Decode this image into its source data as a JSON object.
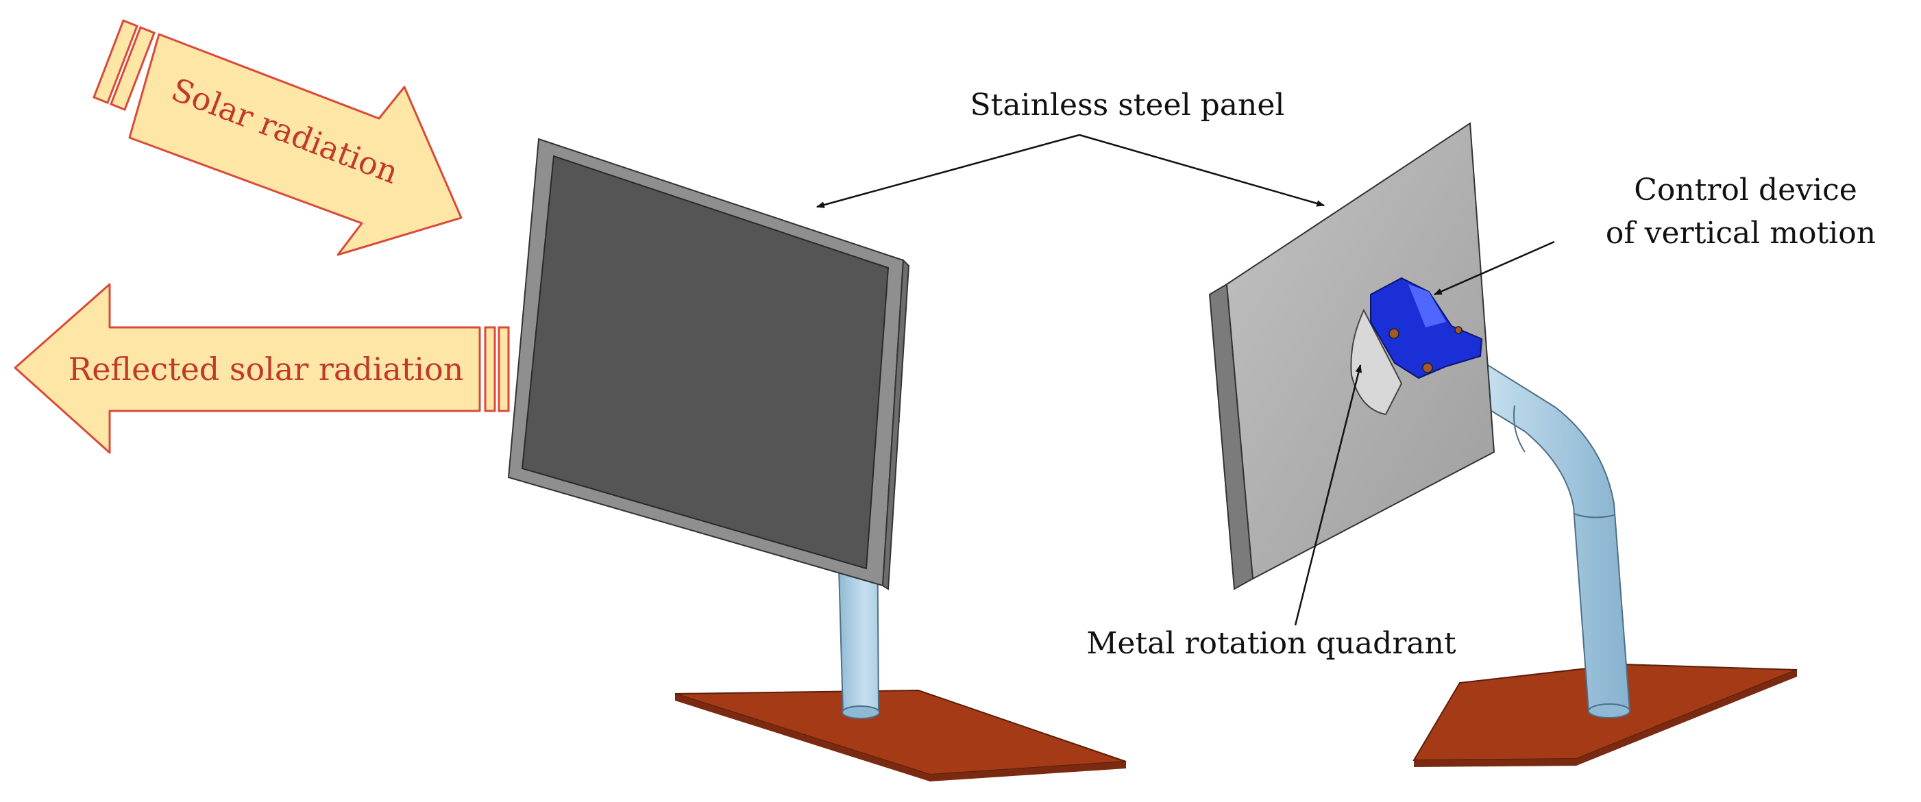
{
  "labels": {
    "solar_radiation": "Solar radiation",
    "reflected_solar_radiation": "Reflected solar radiation",
    "stainless_steel_panel": "Stainless steel panel",
    "control_device_line1": "Control device",
    "control_device_line2": "of vertical motion",
    "metal_rotation_quadrant": "Metal rotation quadrant"
  },
  "colors": {
    "arrow_fill": "#fde6a6",
    "arrow_stroke": "#d94a3a",
    "arrow_text": "#c0392b",
    "panel_front": "#555555",
    "panel_back": "#aeaeae",
    "pipe": "#a9cde4",
    "base": "#a53a17",
    "control_device": "#1a2fd6"
  }
}
